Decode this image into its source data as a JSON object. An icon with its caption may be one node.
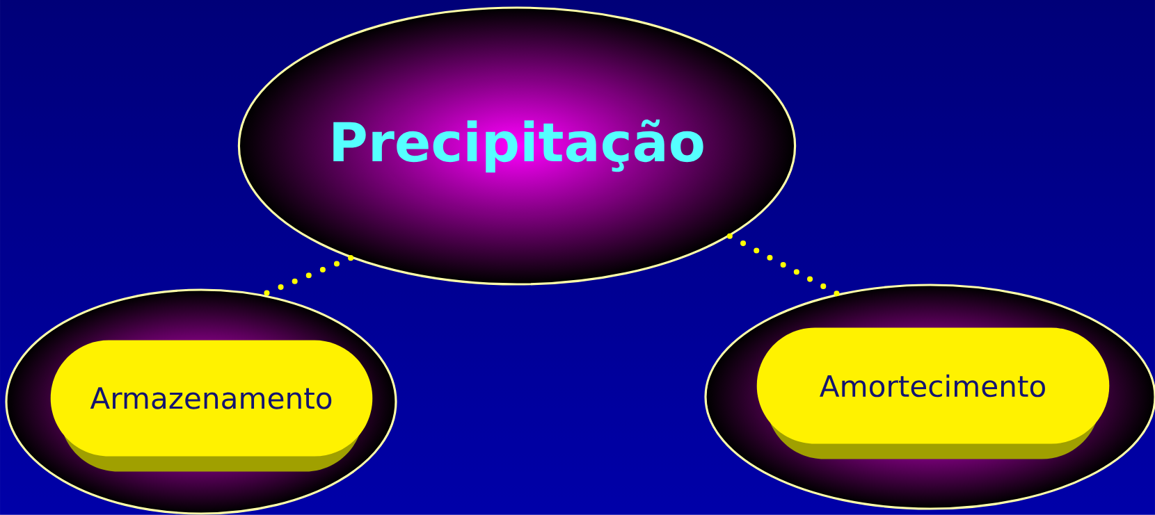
{
  "diagram": {
    "nodes": [
      {
        "text": [
          "Precipitação"
        ]
      },
      {
        "text": [],
        "shape": "ellipse"
      },
      {
        "text": [
          "Armazenamento"
        ],
        "in": 1
      },
      {
        "text": [],
        "shape": "ellipse"
      },
      {
        "text": [
          "Amortecimento"
        ],
        "in": 3
      }
    ],
    "edges": [
      {
        "from": 0,
        "to": 1,
        "arrow": "none"
      },
      {
        "from": 0,
        "to": 3,
        "arrow": "none"
      }
    ]
  }
}
